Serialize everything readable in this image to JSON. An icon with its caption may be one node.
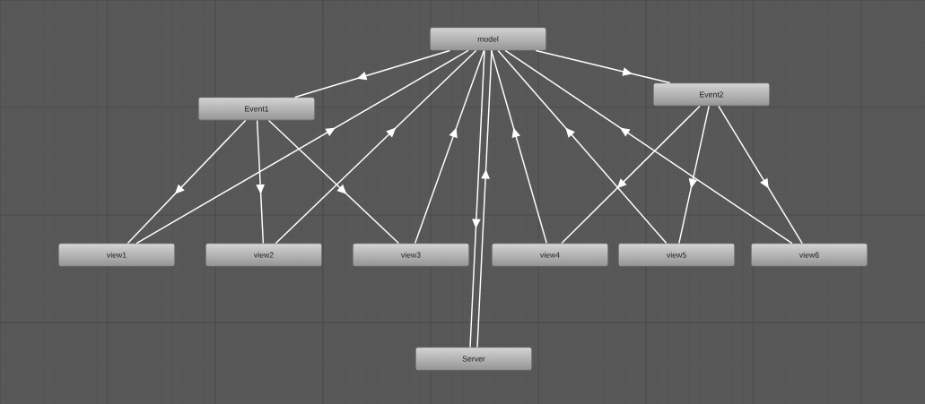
{
  "diagram": {
    "nodes": [
      {
        "text": [
          "model"
        ]
      },
      {
        "text": [
          "Event1"
        ]
      },
      {
        "text": [
          "Event2"
        ]
      },
      {
        "text": [
          "view1"
        ]
      },
      {
        "text": [
          "view2"
        ]
      },
      {
        "text": [
          "view3"
        ]
      },
      {
        "text": [
          "view4"
        ]
      },
      {
        "text": [
          "view5"
        ]
      },
      {
        "text": [
          "view6"
        ]
      },
      {
        "text": [
          "Server"
        ]
      }
    ],
    "edges": [
      {
        "from": 0,
        "to": 1,
        "arrow": "to"
      },
      {
        "from": 0,
        "to": 2,
        "arrow": "to"
      },
      {
        "from": 1,
        "to": 3,
        "arrow": "to"
      },
      {
        "from": 1,
        "to": 4,
        "arrow": "to"
      },
      {
        "from": 1,
        "to": 5,
        "arrow": "to"
      },
      {
        "from": 2,
        "to": 6,
        "arrow": "to"
      },
      {
        "from": 2,
        "to": 7,
        "arrow": "to"
      },
      {
        "from": 2,
        "to": 8,
        "arrow": "to"
      },
      {
        "from": 3,
        "to": 0,
        "arrow": "to"
      },
      {
        "from": 4,
        "to": 0,
        "arrow": "to"
      },
      {
        "from": 5,
        "to": 0,
        "arrow": "to"
      },
      {
        "from": 6,
        "to": 0,
        "arrow": "to"
      },
      {
        "from": 7,
        "to": 0,
        "arrow": "to"
      },
      {
        "from": 8,
        "to": 0,
        "arrow": "to"
      },
      {
        "from": 0,
        "to": 9,
        "arrow": "to"
      },
      {
        "from": 9,
        "to": 0,
        "arrow": "to"
      }
    ]
  }
}
